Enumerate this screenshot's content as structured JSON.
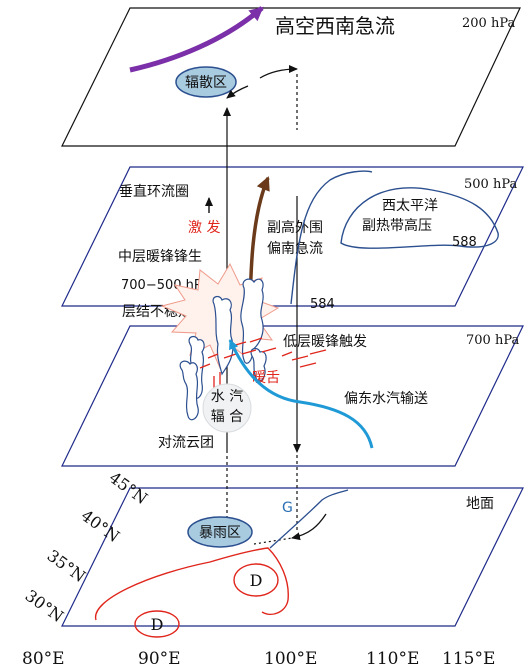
{
  "levels": {
    "l200": "200 hPa",
    "l500": "500 hPa",
    "l700": "700 hPa",
    "surface": "地面"
  },
  "labels": {
    "jet": "高空西南急流",
    "divergence": "辐散区",
    "vertical_circ": "垂直环流圈",
    "excite": "激 发",
    "mid_front": "中层暖锋锋生",
    "mid_range": "700−500 hPa",
    "unstable": "层结不稳定",
    "subtropical_jet_1": "副高外围",
    "subtropical_jet_2": "偏南急流",
    "wpsh_1": "西太平洋",
    "wpsh_2": "副热带高压",
    "c588": "588",
    "c584": "584",
    "low_front": "低层暖锋触发",
    "warm_tongue": "暖舌",
    "east_vapor": "偏东水汽输送",
    "vapor_1": "水  汽",
    "vapor_2": "辐  合",
    "cloud": "对流云团",
    "rain_area": "暴雨区",
    "g": "G",
    "d1": "D",
    "d2": "D"
  },
  "lat": [
    "45°N",
    "40°N",
    "35°N",
    "30°N"
  ],
  "lon": [
    "80°E",
    "90°E",
    "100°E",
    "110°E",
    "115°E"
  ],
  "colors": {
    "plane": "#1f2a8a",
    "jet": "#7b2fa8",
    "brown_arrow": "#6b3a1a",
    "red": "#e0261c",
    "blue_arrow": "#1f9ad6",
    "ellipse_fill": "#a9cbe0",
    "contour": "#2b4f8f"
  }
}
